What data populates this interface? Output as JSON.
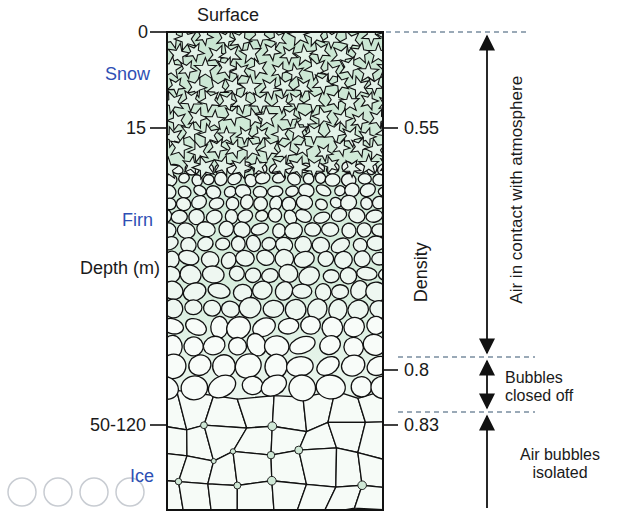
{
  "diagram": {
    "labels": [
      "Surface",
      "0",
      "Snow",
      "15",
      "Firn",
      "Depth (m)",
      "50-120",
      "Ice",
      "0.55",
      "Density",
      "0.8",
      "0.83",
      "Air in contact with atmosphere",
      "Bubbles closed off",
      "Air bubbles isolated"
    ]
  }
}
